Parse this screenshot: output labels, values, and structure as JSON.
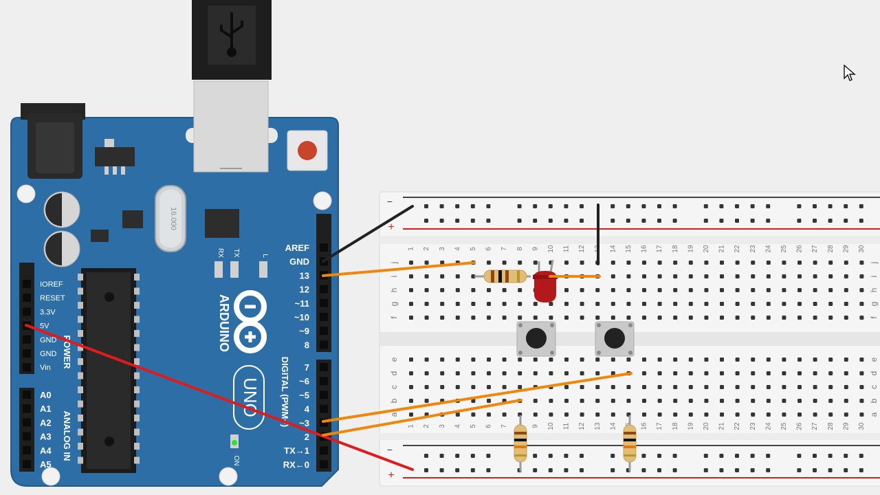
{
  "arduino": {
    "name_text": "ARDUINO",
    "model_text": "UNO",
    "crystal_text": "16.000",
    "on_label": "ON",
    "leds": {
      "rx": "RX",
      "tx": "TX",
      "l": "L"
    },
    "digital_section_label": "DIGITAL (PWM~)",
    "power_section_label": "POWER",
    "analog_section_label": "ANALOG IN",
    "digital_pins_top": [
      "AREF",
      "GND",
      "13",
      "12",
      "~11",
      "~10",
      "~9",
      "8"
    ],
    "digital_pins_bottom": [
      "7",
      "~6",
      "~5",
      "4",
      "~3",
      "2",
      "TX→1",
      "RX←0"
    ],
    "power_pins": [
      "IOREF",
      "RESET",
      "3.3V",
      "5V",
      "GND",
      "GND",
      "Vin"
    ],
    "analog_pins": [
      "A0",
      "A1",
      "A2",
      "A3",
      "A4",
      "A5"
    ],
    "colors": {
      "board": "#2e6ea6",
      "board_edge": "#245a8a",
      "text": "#ffffff",
      "header": "#1f1f1f"
    }
  },
  "breadboard": {
    "columns": [
      "1",
      "2",
      "3",
      "4",
      "5",
      "6",
      "7",
      "8",
      "9",
      "10",
      "11",
      "12",
      "13",
      "14",
      "15",
      "16",
      "17",
      "18",
      "19",
      "20",
      "21",
      "22",
      "23",
      "24",
      "25",
      "26",
      "27",
      "28",
      "29",
      "30"
    ],
    "top_rows": [
      "j",
      "i",
      "h",
      "g",
      "f"
    ],
    "bottom_rows": [
      "e",
      "d",
      "c",
      "b",
      "a"
    ],
    "rail_minus_label": "−",
    "rail_plus_label": "+",
    "colors": {
      "body": "#f4f4f4",
      "hole": "#333333",
      "minus_line": "#444444",
      "plus_line": "#cc2222"
    }
  },
  "components": {
    "led": {
      "name": "red-led",
      "color": "#b3191b"
    },
    "resistors": [
      "resistor-led",
      "pulldown-resistor-1",
      "pulldown-resistor-2"
    ],
    "buttons": [
      "push-button-1",
      "push-button-2"
    ]
  },
  "wires": [
    {
      "name": "wire-gnd-black",
      "color": "#222222"
    },
    {
      "name": "wire-pin13-orange",
      "color": "#f0860a"
    },
    {
      "name": "wire-5v-red",
      "color": "#e01b1b"
    },
    {
      "name": "wire-pin3-orange",
      "color": "#f0860a"
    },
    {
      "name": "wire-pin2-orange",
      "color": "#f0860a"
    },
    {
      "name": "wire-gnd-jumper",
      "color": "#222222"
    }
  ]
}
